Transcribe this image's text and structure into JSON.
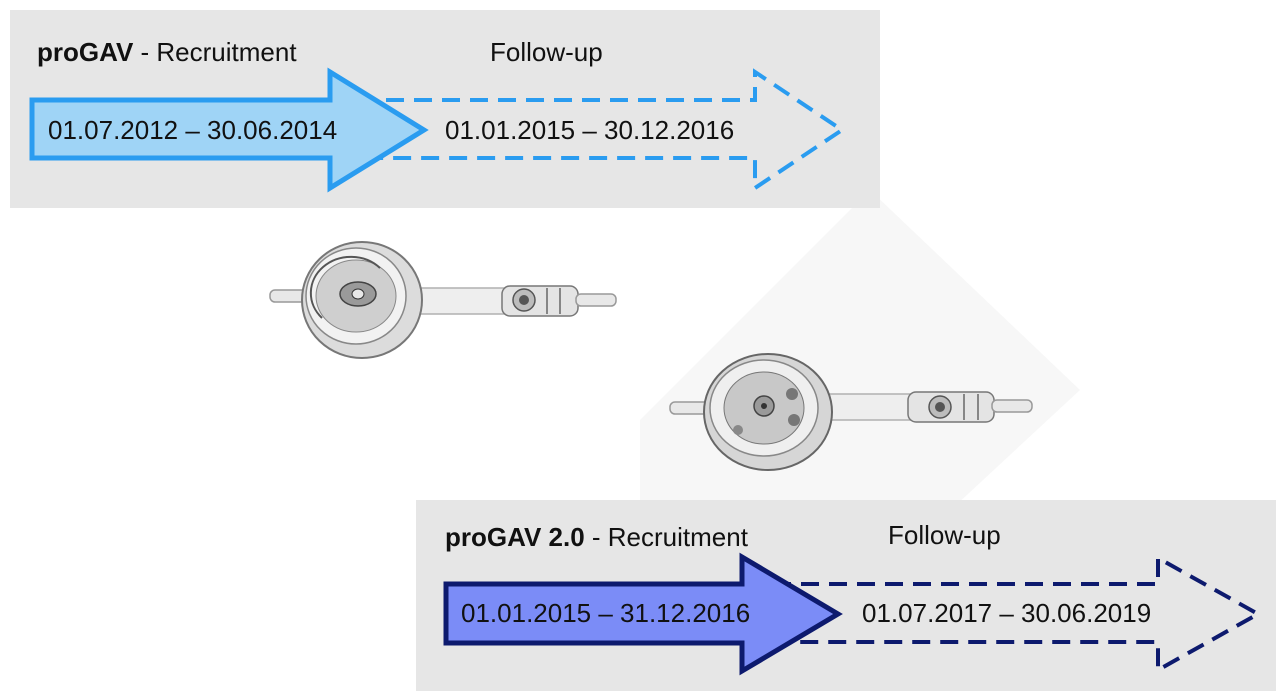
{
  "study1": {
    "name": "proGAV",
    "phase_label": " - Recruitment",
    "followup_label": "Follow-up",
    "recruitment_period": "01.07.2012 – 30.06.2014",
    "followup_period": "01.01.2015 – 30.12.2016",
    "solid_color": "#9fd4f6",
    "border_color": "#2a9cf0"
  },
  "study2": {
    "name": "proGAV 2.0",
    "phase_label": " - Recruitment",
    "followup_label": "Follow-up",
    "recruitment_period": "01.01.2015 – 31.12.2016",
    "followup_period": "01.07.2017 – 30.06.2019",
    "solid_color": "#7b8cf7",
    "border_color": "#0d1a6e"
  },
  "devices": [
    {
      "icon": "progav-valve-icon"
    },
    {
      "icon": "progav-2-valve-icon"
    }
  ]
}
